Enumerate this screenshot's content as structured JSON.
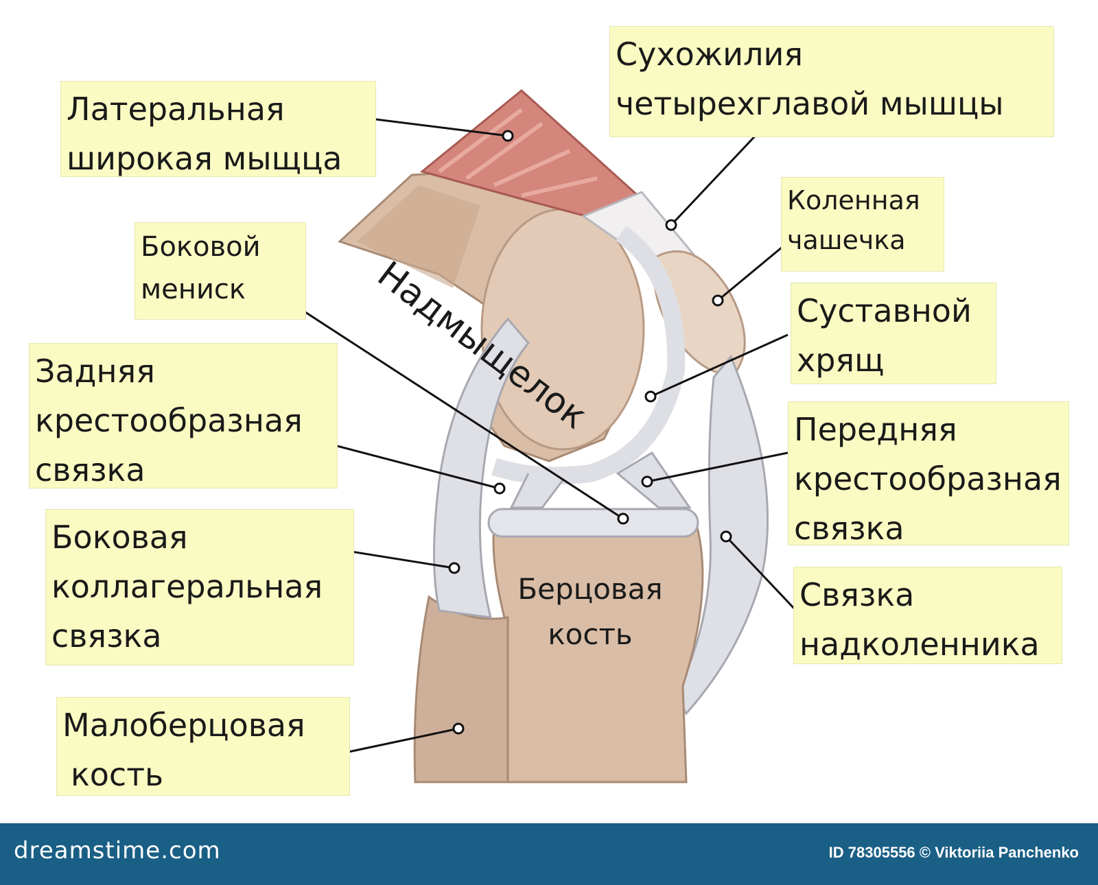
{
  "labels": {
    "lateral_muscle": [
      "Латеральная",
      "широкая мыщца"
    ],
    "quadriceps_tendon": [
      "Сухожилия",
      "четырехглавой мышцы"
    ],
    "patella": [
      "Коленная",
      "чашечка"
    ],
    "lateral_meniscus": [
      "Боковой",
      "мениск"
    ],
    "articular_cartilage": [
      "Суставной",
      "хрящ"
    ],
    "posterior_cruciate": [
      "Задняя",
      "крестообразная",
      "связка"
    ],
    "anterior_cruciate": [
      "Передняя",
      "крестообразная",
      "связка"
    ],
    "lateral_collateral": [
      "Боковая",
      "коллагеральная",
      "связка"
    ],
    "patellar_ligament": [
      "Связка",
      "надколенника"
    ],
    "fibula": [
      "Малоберцовая",
      "кость"
    ]
  },
  "inner_labels": {
    "condyle": "Надмыщелок",
    "tibia": [
      "Берцовая",
      "кость"
    ]
  },
  "footer": {
    "logo": "dreamstime.com",
    "credit": "ID 78305556 © Viktoriia Panchenko"
  },
  "colors": {
    "label_bg": "#fafac3",
    "bone": "#d9bda6",
    "bone_dark": "#bb9b84",
    "muscle": "#d4867c",
    "cartilage": "#dedfe4",
    "footer": "#1a5f86"
  }
}
